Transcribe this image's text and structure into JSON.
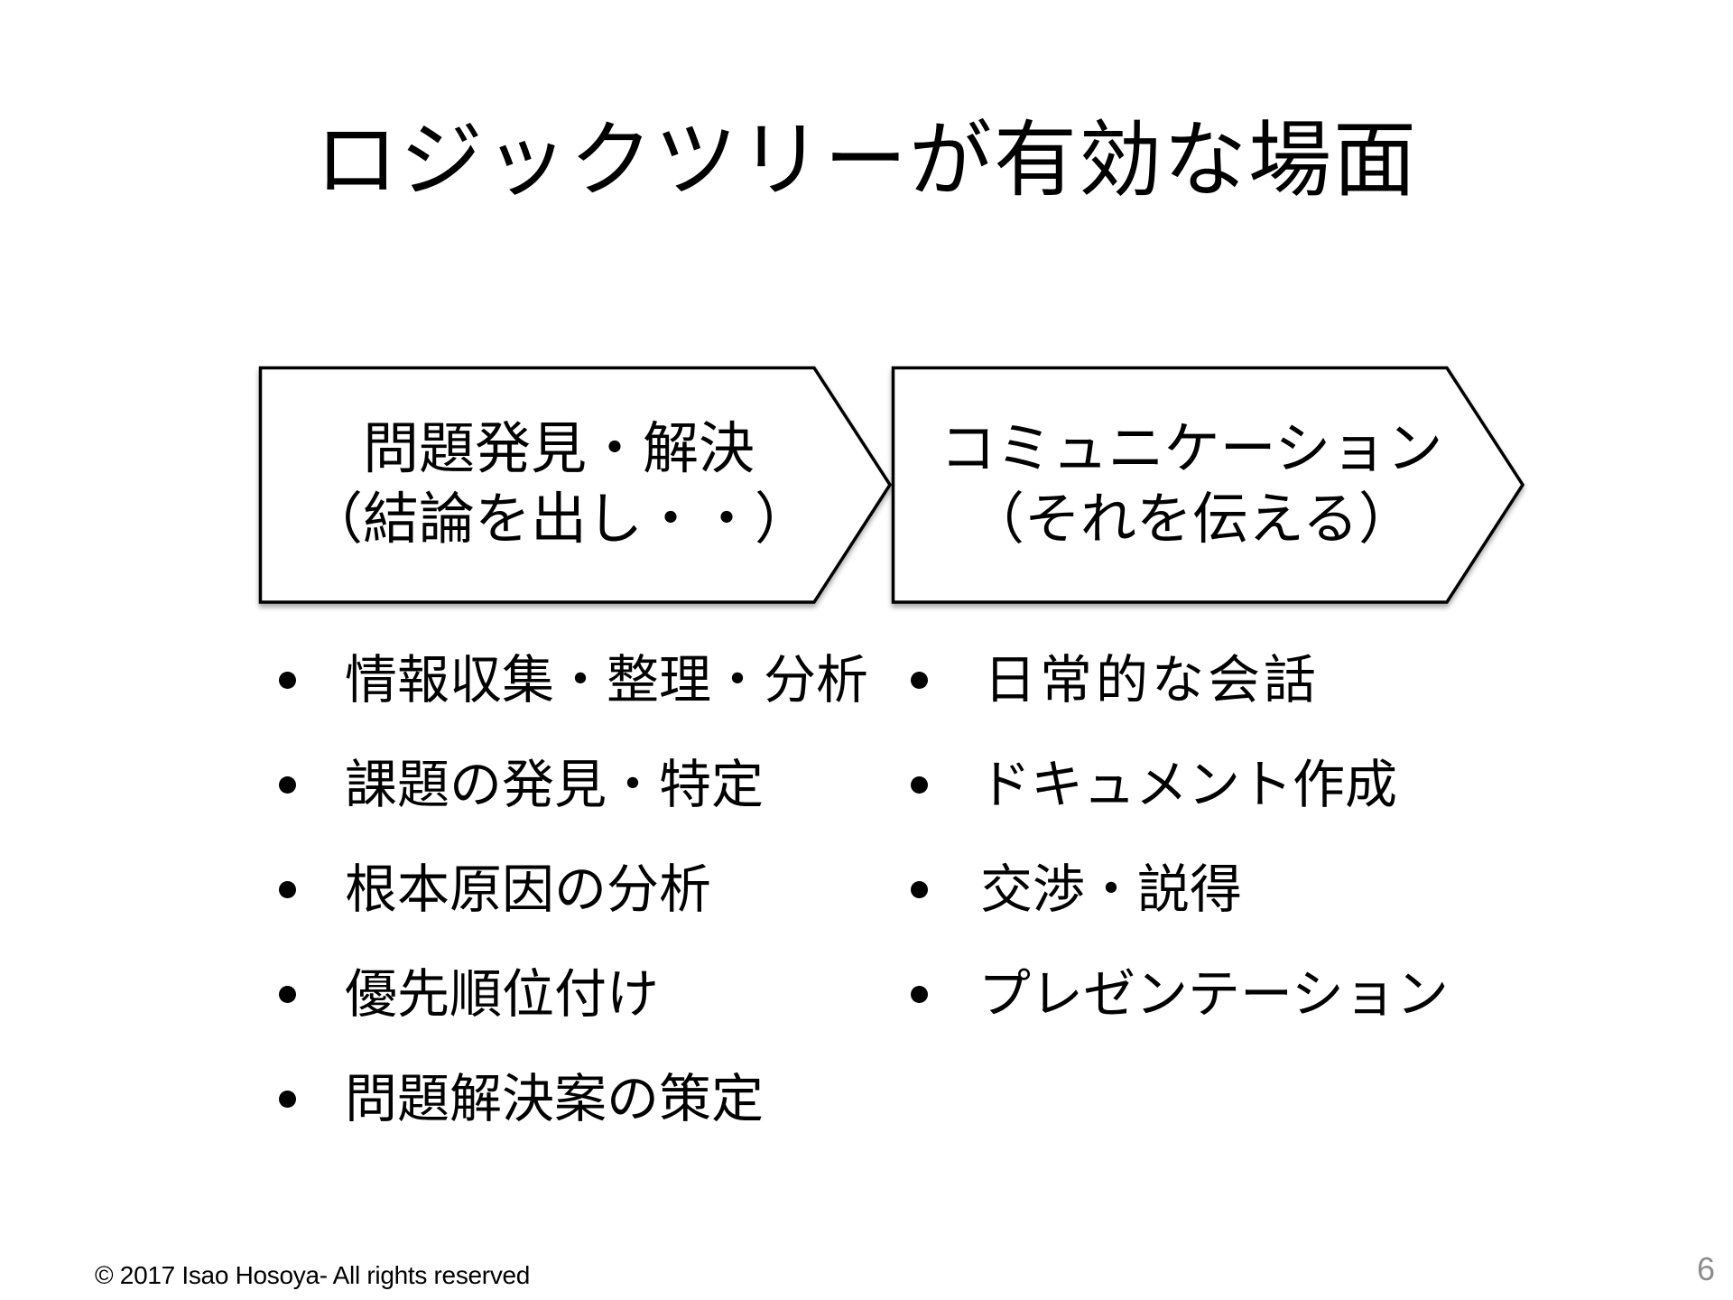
{
  "slide": {
    "title": "ロジックツリーが有効な場面",
    "page_number": "6",
    "page_number_color": "#8c8c8c",
    "footer": "© 2017 Isao Hosoya- All rights reserved"
  },
  "stages": [
    {
      "line1": "問題発見・解決",
      "line2": "（結論を出し・・）",
      "shape": "chevron",
      "fill": "#ffffff",
      "stroke": "#000000"
    },
    {
      "line1": "コミュニケーション",
      "line2": "（それを伝える）",
      "shape": "chevron",
      "fill": "#ffffff",
      "stroke": "#000000"
    }
  ],
  "lists": {
    "problem_solving": [
      "情報収集・整理・分析",
      "課題の発見・特定",
      "根本原因の分析",
      "優先順位付け",
      "問題解決案の策定"
    ],
    "communication": [
      "日常的な会話",
      "ドキュメント作成",
      "交渉・説得",
      "プレゼンテーション"
    ]
  }
}
